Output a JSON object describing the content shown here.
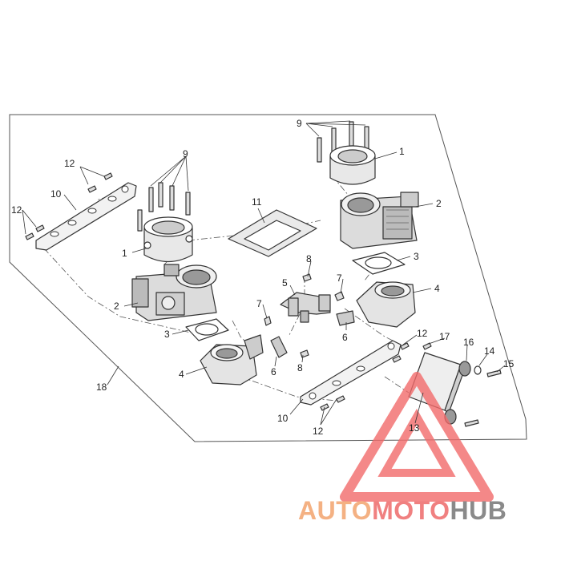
{
  "callouts": {
    "c1a": "1",
    "c1b": "1",
    "c2a": "2",
    "c2b": "2",
    "c3a": "3",
    "c3b": "3",
    "c4a": "4",
    "c4b": "4",
    "c5": "5",
    "c6a": "6",
    "c6b": "6",
    "c7a": "7",
    "c7b": "7",
    "c8a": "8",
    "c8b": "8",
    "c9a": "9",
    "c9b": "9",
    "c10a": "10",
    "c10b": "10",
    "c11": "11",
    "c12a": "12",
    "c12b": "12",
    "c12c": "12",
    "c12d": "12",
    "c13": "13",
    "c14": "14",
    "c15": "15",
    "c16": "16",
    "c17": "17",
    "c18": "18"
  },
  "watermark": {
    "part1": "AUTO",
    "part2": "MOTO",
    "part3": "HUB",
    "color_auto": "#f4b183",
    "color_moto": "#f08080",
    "color_hub": "#8a8a8a",
    "triangle_color": "#f26b6b"
  }
}
